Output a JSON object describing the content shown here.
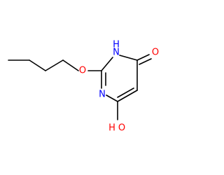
{
  "molecule": {
    "atoms": {
      "o_ether": {
        "symbol": "O"
      },
      "n_h": {
        "symbol": "H"
      },
      "n_top": {
        "symbol": "N"
      },
      "o_carbonyl": {
        "symbol": "O"
      },
      "n_left": {
        "symbol": "N"
      },
      "o_hydroxyl": {
        "symbol": "O"
      },
      "h_hydroxyl": {
        "symbol": "H"
      }
    },
    "colors": {
      "bond": "#000000",
      "oxygen": "#ff0000",
      "nitrogen": "#0000ff",
      "carbon": "#000000"
    }
  }
}
